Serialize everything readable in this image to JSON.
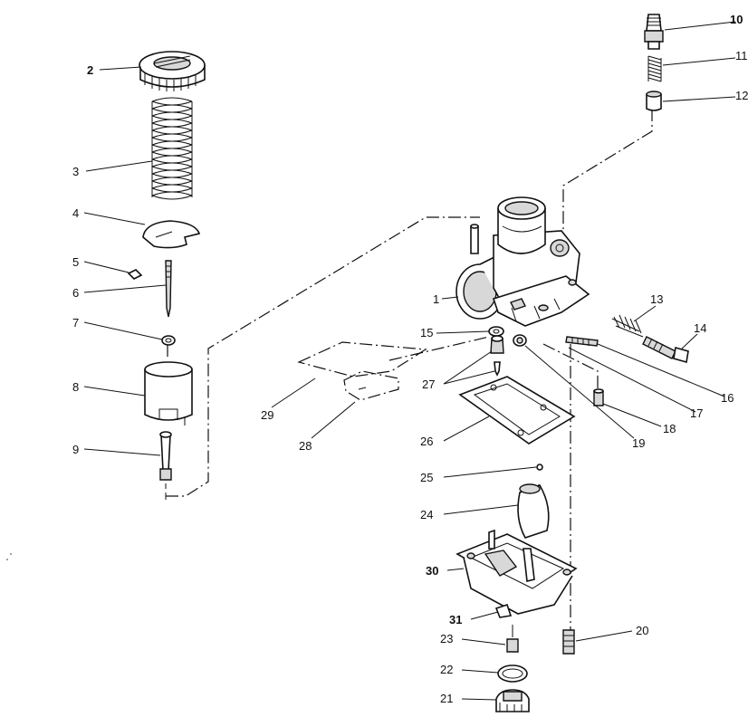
{
  "labels": {
    "l1": "1",
    "l2": "2",
    "l3": "3",
    "l4": "4",
    "l5": "5",
    "l6": "6",
    "l7": "7",
    "l8": "8",
    "l9": "9",
    "l10": "10",
    "l11": "11",
    "l12": "12",
    "l13": "13",
    "l14": "14",
    "l15": "15",
    "l16": "16",
    "l17": "17",
    "l18": "18",
    "l19": "19",
    "l20": "20",
    "l21": "21",
    "l22": "22",
    "l23": "23",
    "l24": "24",
    "l25": "25",
    "l26": "26",
    "l27": "27",
    "l28": "28",
    "l29": "29",
    "l30": "30",
    "l31": "31"
  }
}
